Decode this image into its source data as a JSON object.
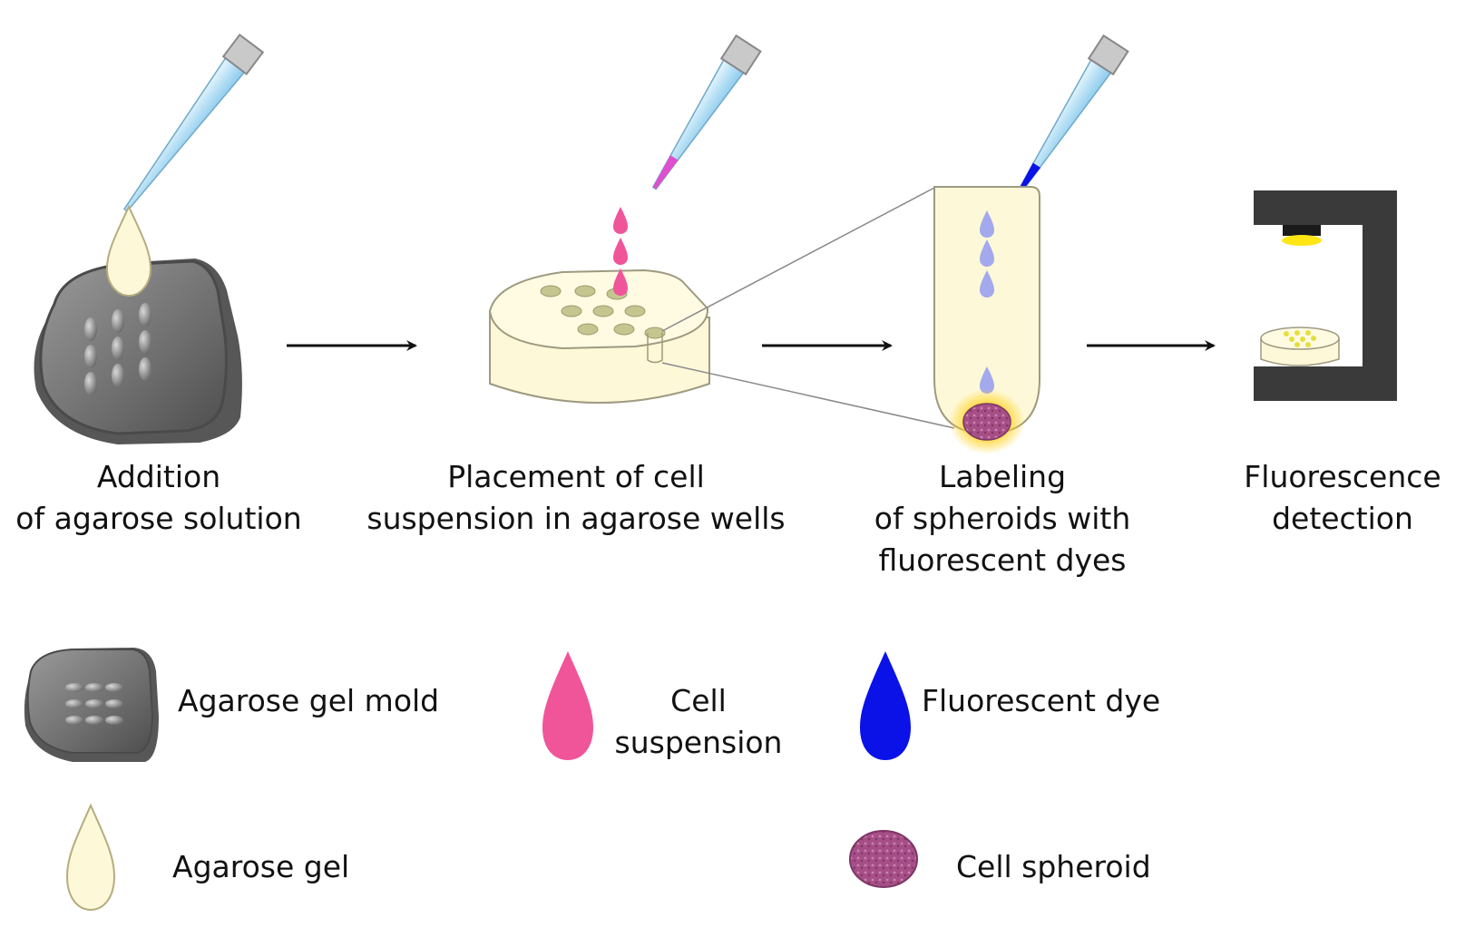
{
  "steps": [
    {
      "label": "Addition\nof agarose solution"
    },
    {
      "label": "Placement of cell\nsuspension in agarose wells"
    },
    {
      "label": "Labeling\nof spheroids with\nfluorescent dyes"
    },
    {
      "label": "Fluorescence\ndetection"
    }
  ],
  "legend": {
    "mold": "Agarose gel mold",
    "gel": "Agarose gel",
    "cell_suspension": "Cell\nsuspension",
    "dye": "Fluorescent dye",
    "spheroid": "Cell spheroid"
  },
  "colors": {
    "mold": "#6e6e6e",
    "agarose": "#fdf8d8",
    "cell_suspension": "#f0559a",
    "dye": "#0a12e8",
    "spheroid": "#a64f86",
    "glow": "#ffd21a",
    "tip": "#cfeaf8",
    "instrument": "#3a3a3a"
  }
}
